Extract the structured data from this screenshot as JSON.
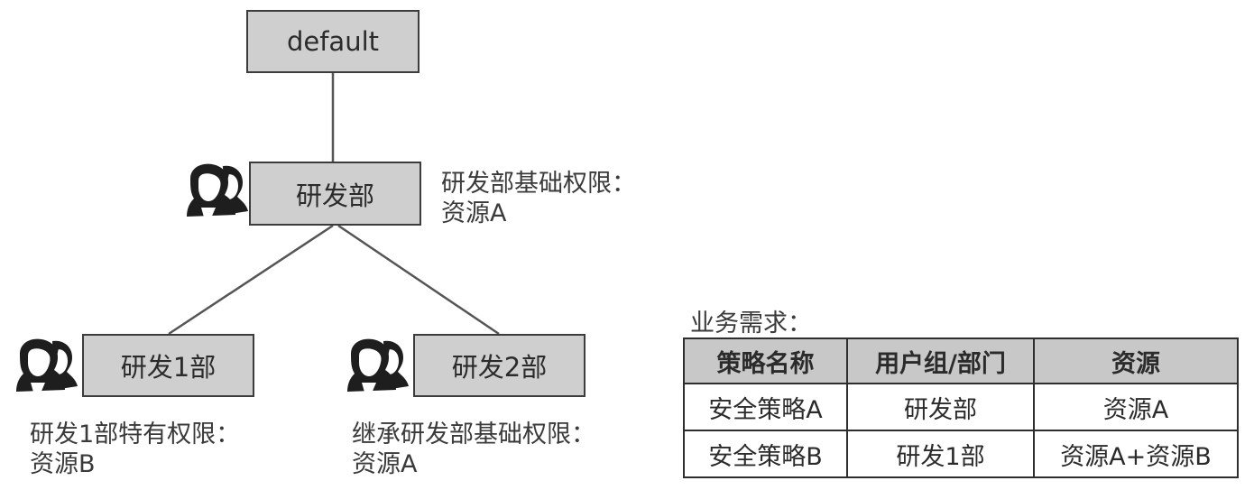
{
  "tree": {
    "root": {
      "label": "default"
    },
    "department": {
      "label": "研发部",
      "note_line1": "研发部基础权限：",
      "note_line2": "资源A"
    },
    "children": [
      {
        "label": "研发1部",
        "note_line1": "研发1部特有权限：",
        "note_line2": "资源B"
      },
      {
        "label": "研发2部",
        "note_line1": "继承研发部基础权限：",
        "note_line2": "资源A"
      }
    ]
  },
  "requirements": {
    "title": "业务需求：",
    "headers": [
      "策略名称",
      "用户组/部门",
      "资源"
    ],
    "rows": [
      [
        "安全策略A",
        "研发部",
        "资源A"
      ],
      [
        "安全策略B",
        "研发1部",
        "资源A+资源B"
      ]
    ]
  },
  "colors": {
    "node_fill": "#cfcfcf",
    "header_fill": "#c8c8c8",
    "line": "#555555"
  },
  "icons": {
    "user_group": "users-icon"
  }
}
